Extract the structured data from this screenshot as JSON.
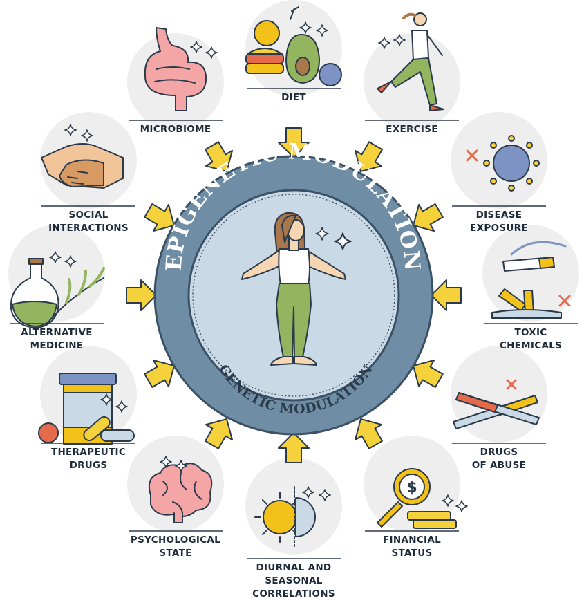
{
  "center": {
    "outer_title": "EPIGENETIC MODULATION",
    "inner_title": "GENETIC MODULATION"
  },
  "factors": [
    {
      "id": "diet",
      "lines": [
        "DIET"
      ],
      "icon": "food-icon"
    },
    {
      "id": "exercise",
      "lines": [
        "EXERCISE"
      ],
      "icon": "running-woman-icon"
    },
    {
      "id": "disease-exposure",
      "lines": [
        "DISEASE",
        "EXPOSURE"
      ],
      "icon": "virus-icon"
    },
    {
      "id": "toxic-chemicals",
      "lines": [
        "TOXIC",
        "CHEMICALS"
      ],
      "icon": "cigarettes-icon"
    },
    {
      "id": "drugs-of-abuse",
      "lines": [
        "DRUGS",
        "OF ABUSE"
      ],
      "icon": "syringes-icon"
    },
    {
      "id": "financial-status",
      "lines": [
        "FINANCIAL",
        "STATUS"
      ],
      "icon": "coins-magnifier-icon"
    },
    {
      "id": "diurnal",
      "lines": [
        "DIURNAL AND",
        "SEASONAL",
        "CORRELATIONS"
      ],
      "icon": "sun-moon-icon"
    },
    {
      "id": "psychological-state",
      "lines": [
        "PSYCHOLOGICAL",
        "STATE"
      ],
      "icon": "brain-icon"
    },
    {
      "id": "therapeutic-drugs",
      "lines": [
        "THERAPEUTIC",
        "DRUGS"
      ],
      "icon": "pills-icon"
    },
    {
      "id": "alternative-medicine",
      "lines": [
        "ALTERNATIVE",
        "MEDICINE"
      ],
      "icon": "herbal-flask-icon"
    },
    {
      "id": "social-interactions",
      "lines": [
        "SOCIAL",
        "INTERACTIONS"
      ],
      "icon": "handshake-icon"
    },
    {
      "id": "microbiome",
      "lines": [
        "MICROBIOME"
      ],
      "icon": "intestine-icon"
    }
  ],
  "colors": {
    "ring": "#6f8da4",
    "ring_dark": "#3a5064",
    "inner_disc": "#c9d9e6",
    "arrow": "#f5d23c",
    "arrow_stroke": "#2b3a4a",
    "icon_bg": "#eeeeef",
    "label": "#1e2b3b"
  }
}
